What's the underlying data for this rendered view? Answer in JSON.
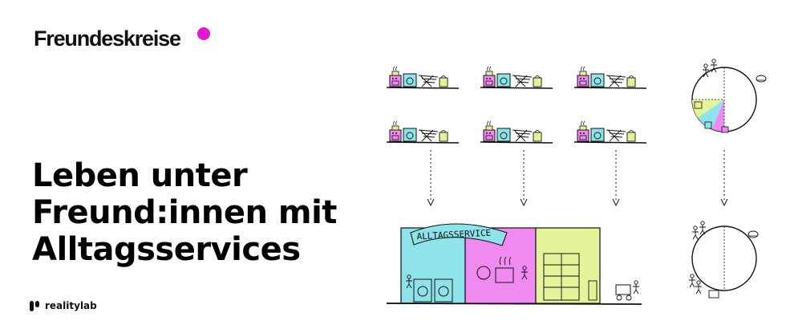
{
  "brand": {
    "name": "Freundeskreise",
    "dot_color": "#e01ad3"
  },
  "headline": {
    "line1": "Leben unter",
    "line2": "Freund:innen mit",
    "line3": "Alltagsservices"
  },
  "footer": {
    "logo_text": "realitylab"
  },
  "illustration": {
    "banner_text": "ALLTAGSSERVICE",
    "colors": {
      "cyan": "#8ee3ea",
      "magenta": "#f08af0",
      "yellow": "#e6f29a",
      "stroke": "#111111"
    }
  }
}
